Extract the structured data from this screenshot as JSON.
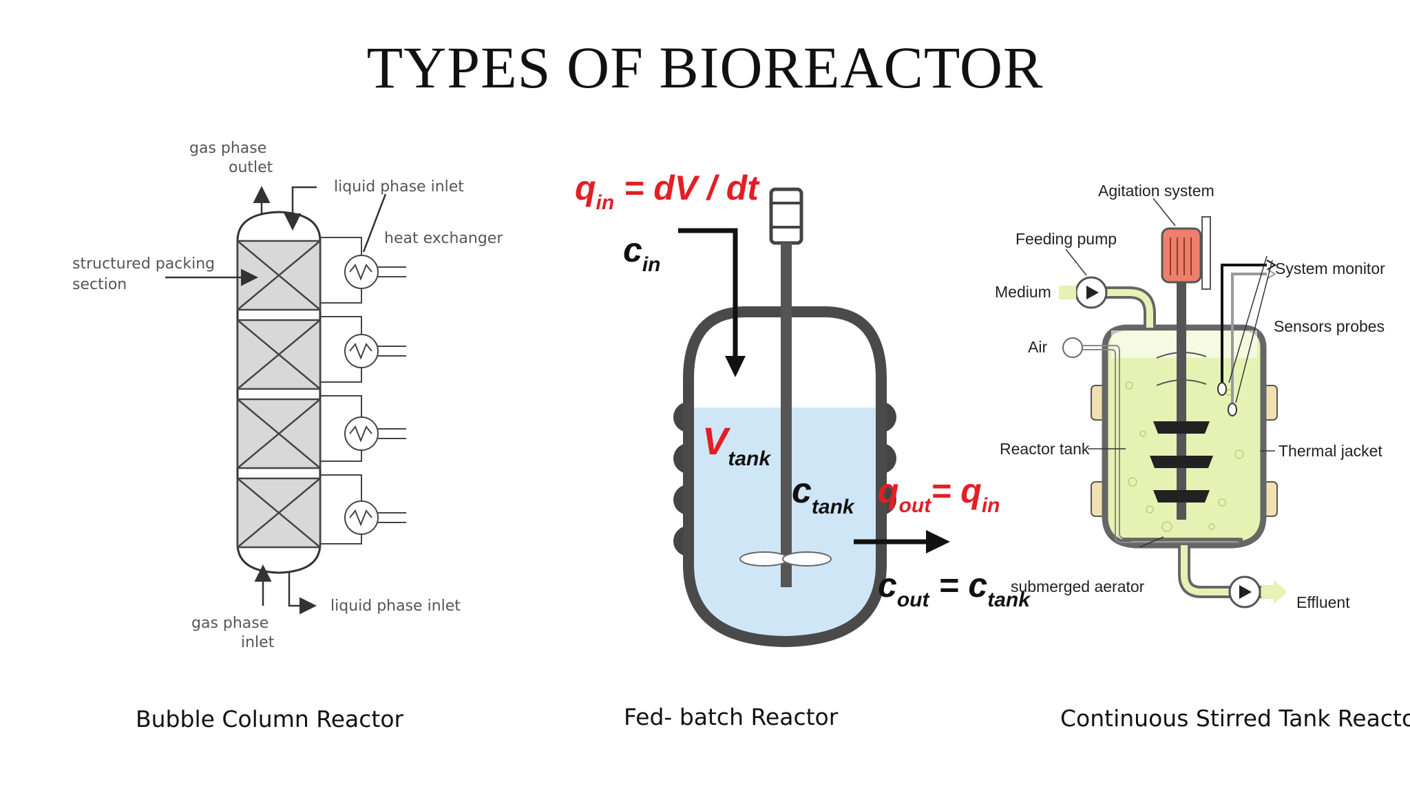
{
  "title": "TYPES OF BIOREACTOR",
  "captions": [
    "Bubble Column Reactor",
    "Fed- batch Reactor",
    "Continuous Stirred Tank Reactor"
  ],
  "bubble_column": {
    "labels": {
      "gas_out_1": "gas phase",
      "gas_out_2": "outlet",
      "liquid_top": "liquid phase inlet",
      "heat_exchanger": "heat exchanger",
      "packing_1": "structured packing",
      "packing_2": "section",
      "gas_in_1": "gas phase",
      "gas_in_2": "inlet",
      "liquid_bottom": "liquid phase inlet"
    }
  },
  "fed_batch": {
    "qin_q": "q",
    "qin_sub": "in",
    "qin_rest": " = dV / dt",
    "cin_c": "c",
    "cin_sub": "in",
    "vtank_v": "V",
    "vtank_sub": "tank",
    "ctank_c": "c",
    "ctank_sub": "tank",
    "qout_q": "q",
    "qout_sub": "out",
    "qout_eq": "= q",
    "qout_sub2": "in",
    "cout_c": "c",
    "cout_sub": "out",
    "cout_eq": " = c",
    "cout_sub2": "tank"
  },
  "cstr": {
    "labels": {
      "agitation": "Agitation system",
      "feeding": "Feeding pump",
      "medium": "Medium",
      "monitor": "System monitor",
      "sensors": "Sensors probes",
      "air": "Air",
      "tank": "Reactor tank",
      "jacket": "Thermal jacket",
      "aerator": "submerged aerator",
      "effluent": "Effluent"
    }
  },
  "colors": {
    "red": "#e31e24",
    "liquid_blue": "#cfe6f7",
    "liquid_green": "#e6f2b3",
    "motor": "#ee7f6a",
    "jacket": "#f1e0b0"
  }
}
